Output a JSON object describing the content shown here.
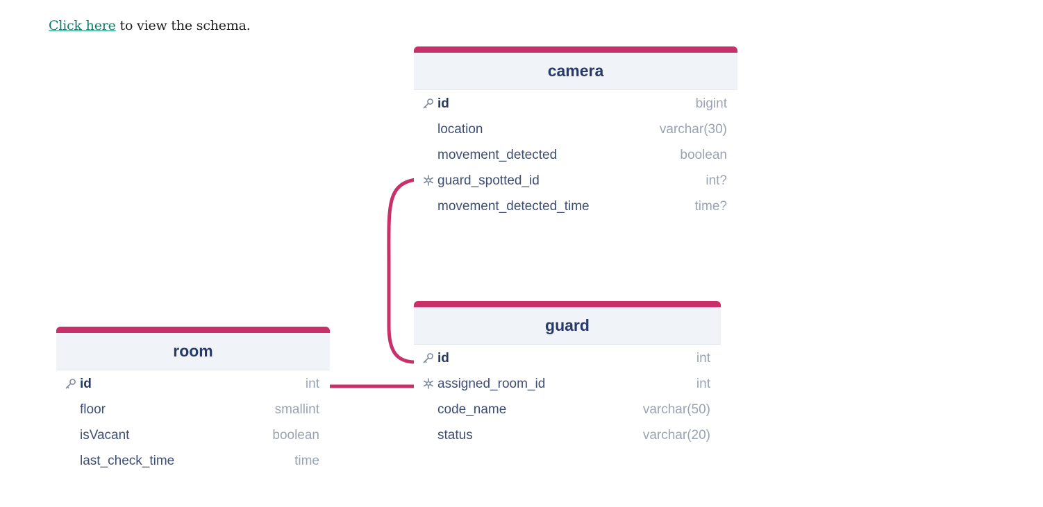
{
  "intro": {
    "link_text": "Click here",
    "rest_text": " to view the schema."
  },
  "colors": {
    "accent": "#c8306a",
    "header_bg": "#f0f3f8",
    "title": "#293a66",
    "column_name": "#3d4d73",
    "column_type": "#9aa3b4",
    "link": "#0f7d6b"
  },
  "tables": {
    "camera": {
      "title": "camera",
      "columns": [
        {
          "name": "id",
          "type": "bigint",
          "icon": "key-icon"
        },
        {
          "name": "location",
          "type": "varchar(30)",
          "icon": ""
        },
        {
          "name": "movement_detected",
          "type": "boolean",
          "icon": ""
        },
        {
          "name": "guard_spotted_id",
          "type": "int?",
          "icon": "foreign-key-icon"
        },
        {
          "name": "movement_detected_time",
          "type": "time?",
          "icon": ""
        }
      ]
    },
    "guard": {
      "title": "guard",
      "columns": [
        {
          "name": "id",
          "type": "int",
          "icon": "key-icon"
        },
        {
          "name": "assigned_room_id",
          "type": "int",
          "icon": "foreign-key-icon"
        },
        {
          "name": "code_name",
          "type": "varchar(50)",
          "icon": ""
        },
        {
          "name": "status",
          "type": "varchar(20)",
          "icon": ""
        }
      ]
    },
    "room": {
      "title": "room",
      "columns": [
        {
          "name": "id",
          "type": "int",
          "icon": "key-icon"
        },
        {
          "name": "floor",
          "type": "smallint",
          "icon": ""
        },
        {
          "name": "isVacant",
          "type": "boolean",
          "icon": ""
        },
        {
          "name": "last_check_time",
          "type": "time",
          "icon": ""
        }
      ]
    }
  },
  "relationships": [
    {
      "from": "camera.guard_spotted_id",
      "to": "guard.id"
    },
    {
      "from": "guard.assigned_room_id",
      "to": "room.id"
    }
  ]
}
